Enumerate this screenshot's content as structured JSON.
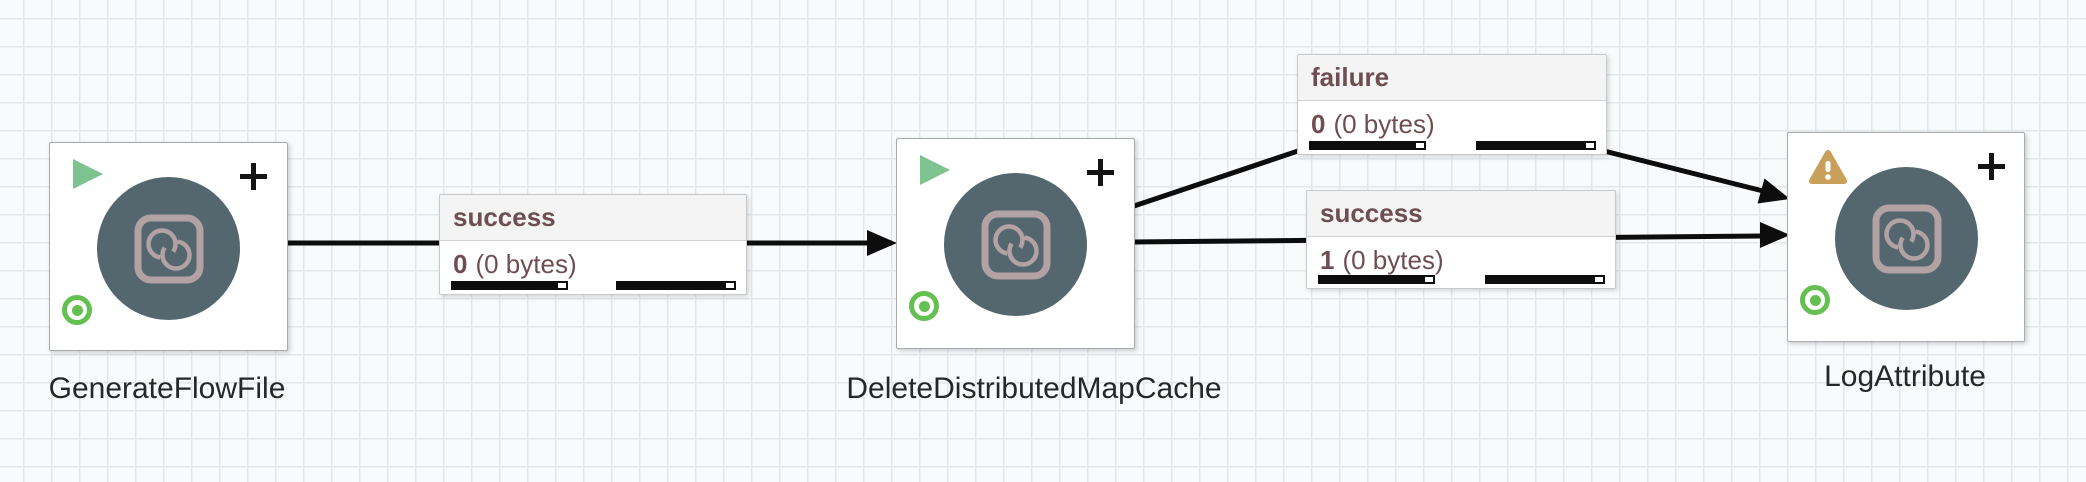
{
  "canvas": {
    "app": "flow-canvas",
    "background_color": "#f8fafb",
    "grid_line_color": "#e3e7ea"
  },
  "colors": {
    "processor_circle": "#54676f",
    "processor_glyph": "#b2a2a4",
    "run_triangle_green": "#7ec28f",
    "bullseye_green": "#64c050",
    "warning_amber": "#c9a05a",
    "connection_text": "#6e4e50",
    "connection_line": "#0d0d0d"
  },
  "processors": [
    {
      "name": "GenerateFlowFile",
      "status_icon": "play-icon",
      "corner_icon": "plus-icon",
      "badge_icon": "bullseye-icon",
      "type_icon": "linked-rings-icon"
    },
    {
      "name": "DeleteDistributedMapCache",
      "status_icon": "play-icon",
      "corner_icon": "plus-icon",
      "badge_icon": "bullseye-icon",
      "type_icon": "linked-rings-icon"
    },
    {
      "name": "LogAttribute",
      "status_icon": "warning-icon",
      "corner_icon": "plus-icon",
      "badge_icon": "bullseye-icon",
      "type_icon": "linked-rings-icon"
    }
  ],
  "connections": [
    {
      "from": "GenerateFlowFile",
      "to": "DeleteDistributedMapCache",
      "relationship": "success",
      "queued_count": "0",
      "queued_size": "(0 bytes)"
    },
    {
      "from": "DeleteDistributedMapCache",
      "to": "LogAttribute",
      "relationship": "failure",
      "queued_count": "0",
      "queued_size": "(0 bytes)"
    },
    {
      "from": "DeleteDistributedMapCache",
      "to": "LogAttribute",
      "relationship": "success",
      "queued_count": "1",
      "queued_size": "(0 bytes)"
    }
  ]
}
